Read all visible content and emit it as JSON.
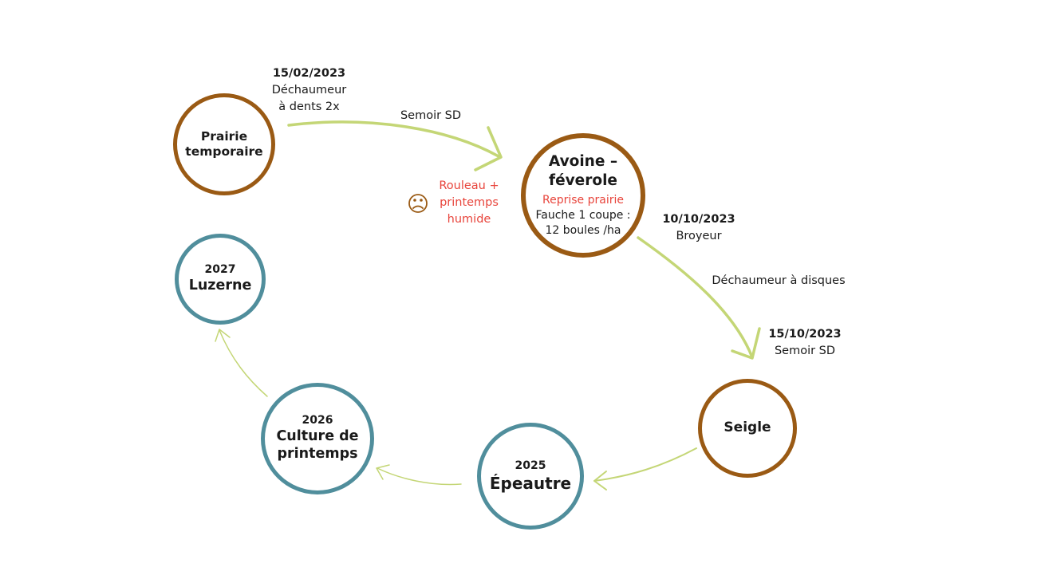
{
  "nodes": {
    "prairie": {
      "title_line1": "Prairie",
      "title_line2": "temporaire"
    },
    "avoine": {
      "title_line1": "Avoine –",
      "title_line2": "féverole",
      "note_red": "Reprise prairie",
      "note_line1": "Fauche 1 coupe :",
      "note_line2": "12 boules /ha"
    },
    "seigle": {
      "title": "Seigle"
    },
    "epeautre": {
      "year": "2025",
      "title": "Épeautre"
    },
    "culture": {
      "year": "2026",
      "title_line1": "Culture de",
      "title_line2": "printemps"
    },
    "luzerne": {
      "year": "2027",
      "title": "Luzerne"
    }
  },
  "labels": {
    "step1": {
      "date": "15/02/2023",
      "line1": "Déchaumeur",
      "line2": "à dents 2x"
    },
    "semoir1": "Semoir SD",
    "rouleau": {
      "line1": "Rouleau +",
      "line2": "printemps",
      "line3": "humide"
    },
    "step2": {
      "date": "10/10/2023",
      "line1": "Broyeur"
    },
    "dechaumeur_disques": "Déchaumeur à disques",
    "step3": {
      "date": "15/10/2023",
      "line1": "Semoir SD"
    }
  },
  "icons": {
    "sad_face": "sad-face-icon"
  },
  "colors": {
    "brown": "#9a5a14",
    "teal": "#508e9c",
    "arrow_green": "#c4d676",
    "red": "#e8453c"
  }
}
